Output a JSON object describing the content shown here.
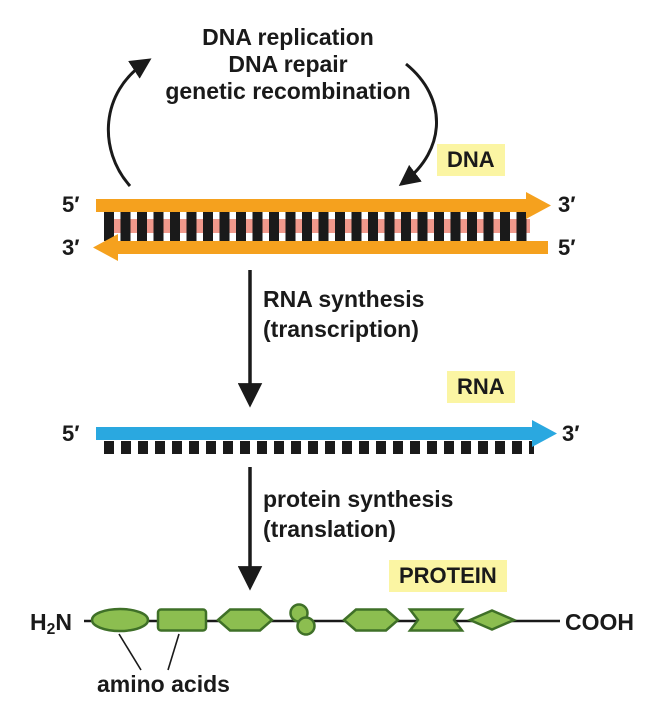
{
  "colors": {
    "ink": "#1a1a1a",
    "orange": "#F5A11E",
    "pink": "#F0998C",
    "blue": "#2AA8E0",
    "yellow": "#FBF5A3",
    "green-fill": "#8CBE50",
    "green-stroke": "#3F7028"
  },
  "cycle": {
    "line1": "DNA replication",
    "line2": "DNA repair",
    "line3": "genetic recombination"
  },
  "dna": {
    "tag": "DNA",
    "top_left_end": "5′",
    "top_right_end": "3′",
    "bottom_left_end": "3′",
    "bottom_right_end": "5′"
  },
  "transcription": {
    "line1": "RNA synthesis",
    "line2": "(transcription)"
  },
  "rna": {
    "tag": "RNA",
    "left_end": "5′",
    "right_end": "3′"
  },
  "translation": {
    "line1": "protein synthesis",
    "line2": "(translation)"
  },
  "protein": {
    "tag": "PROTEIN",
    "n_h": "H",
    "n_sub": "2",
    "n_n": "N",
    "c_terminus": "COOH",
    "callout": "amino acids"
  }
}
